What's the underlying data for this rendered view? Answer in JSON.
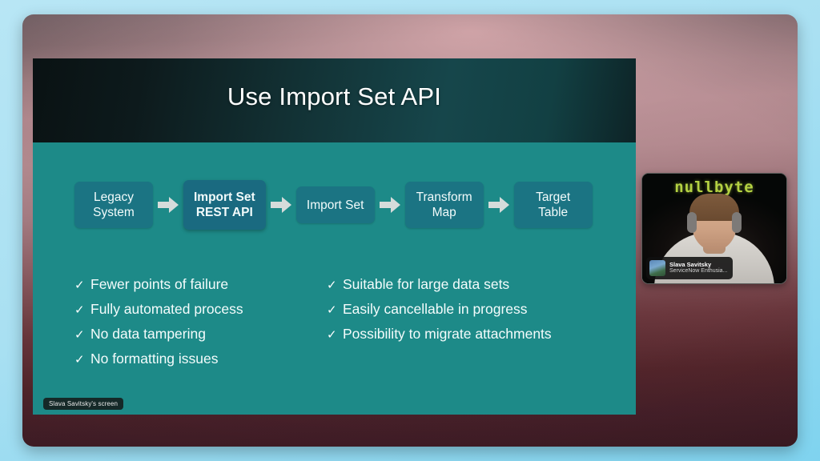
{
  "meeting": {
    "screen_share_label": "Slava Savitsky's screen"
  },
  "slide": {
    "title": "Use Import Set API",
    "flow": [
      {
        "label_lines": [
          "Legacy",
          "System"
        ],
        "highlight": false
      },
      {
        "label_lines": [
          "Import Set",
          "REST API"
        ],
        "highlight": true
      },
      {
        "label_lines": [
          "Import Set"
        ],
        "highlight": false
      },
      {
        "label_lines": [
          "Transform",
          "Map"
        ],
        "highlight": false
      },
      {
        "label_lines": [
          "Target",
          "Table"
        ],
        "highlight": false
      }
    ],
    "flow_line_0_0": "Legacy",
    "flow_line_0_1": "System",
    "flow_line_1_0": "Import Set",
    "flow_line_1_1": "REST API",
    "flow_line_2_0": "Import Set",
    "flow_line_3_0": "Transform",
    "flow_line_3_1": "Map",
    "flow_line_4_0": "Target",
    "flow_line_4_1": "Table",
    "check_glyph": "✓",
    "bullets_left": [
      "Fewer points of failure",
      "Fully automated process",
      "No data tampering",
      "No formatting issues"
    ],
    "bullets_right": [
      "Suitable for large data sets",
      "Easily cancellable in progress",
      "Possibility to migrate attachments"
    ]
  },
  "video_tile": {
    "logo_text": "nullbyte",
    "participant_name": "Slava Savitsky",
    "participant_subtitle": "ServiceNow Enthusia..."
  },
  "colors": {
    "slide_background": "#1d8a88",
    "flow_box": "#1b7483",
    "flow_box_highlight": "#1a6a80",
    "page_background": "#a9e0f2",
    "text_light": "#f4fcfc"
  }
}
